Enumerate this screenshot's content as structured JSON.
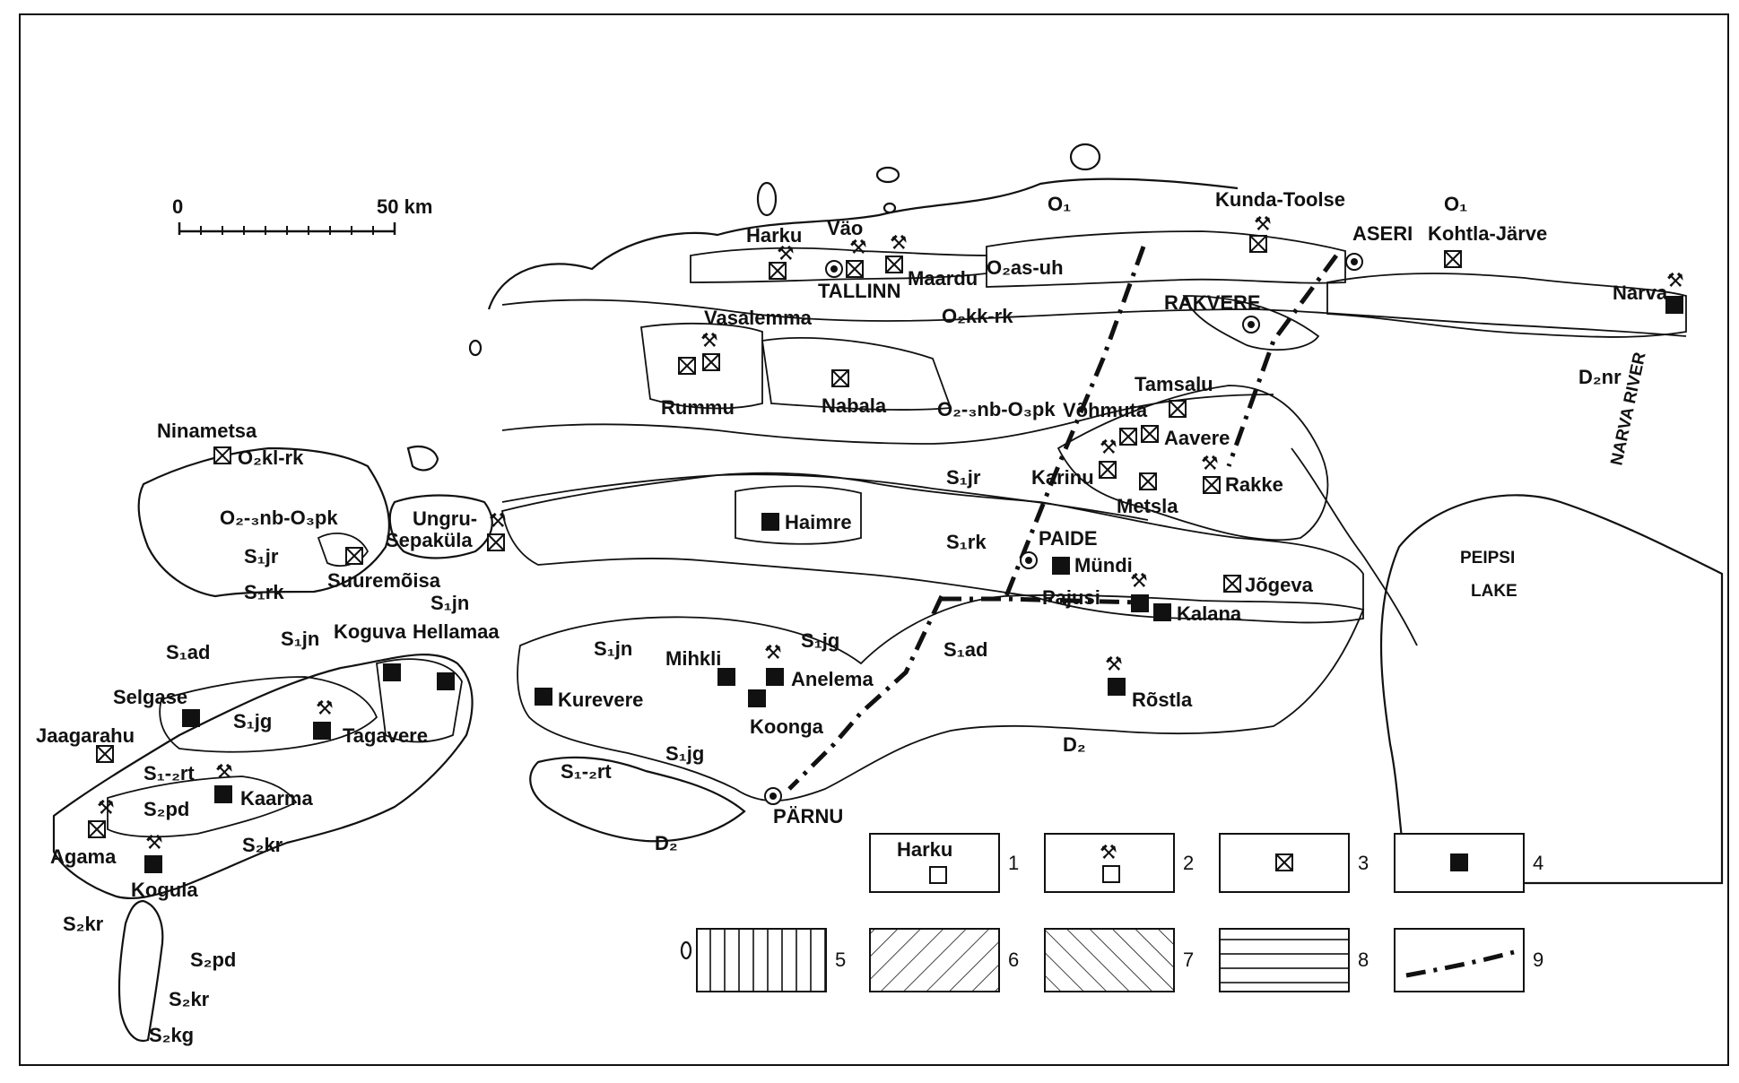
{
  "scale": {
    "start": "0",
    "end": "50 km"
  },
  "labels": {
    "lake": [
      "PEIPSI",
      "LAKE"
    ],
    "river": "NARVA RIVER",
    "cities": [
      "TALLINN",
      "ASERI",
      "RAKVERE",
      "PAIDE",
      "PÄRNU"
    ],
    "deposits": [
      "Harku",
      "Väo",
      "Maardu",
      "Kunda-Toolse",
      "Kohtla-Järve",
      "Narva",
      "Vasalemma",
      "Rummu",
      "Nabala",
      "Tamsalu",
      "Võhmuta",
      "Aavere",
      "Karinu",
      "Metsla",
      "Rakke",
      "Haimre",
      "Mündi",
      "Pajusi",
      "Kalana",
      "Jõgeva",
      "Rõstla",
      "Mihkli",
      "Anelema",
      "Koonga",
      "Kurevere",
      "Ninametsa",
      "Ungru-",
      "Sepaküla",
      "Suuremõisa",
      "Koguva",
      "Hellamaa",
      "Selgase",
      "Tagavere",
      "Jaagarahu",
      "Kaarma",
      "Agama",
      "Kogula"
    ],
    "stratigraphy": [
      "O₁",
      "O₂as-uh",
      "O₂kk-rk",
      "O₂-₃nb-O₃pk",
      "D₂nr",
      "S₁jr",
      "S₁rk",
      "S₁ad",
      "D₂",
      "S₁jn",
      "S₁jg",
      "S₁-₂rt",
      "S₂pd",
      "S₂kr",
      "S₂kg",
      "O₂kl-rk"
    ]
  },
  "legend": [
    {
      "num": "1",
      "text": "Harku",
      "symbol": "open-square"
    },
    {
      "num": "2",
      "symbol": "pick-open-square"
    },
    {
      "num": "3",
      "symbol": "crossed-square"
    },
    {
      "num": "4",
      "symbol": "filled-square"
    },
    {
      "num": "5",
      "symbol": "vertical-hatch"
    },
    {
      "num": "6",
      "symbol": "diagonal-hatch-right"
    },
    {
      "num": "7",
      "symbol": "diagonal-hatch-left"
    },
    {
      "num": "8",
      "symbol": "horizontal-hatch"
    },
    {
      "num": "9",
      "symbol": "dashed-line"
    }
  ]
}
